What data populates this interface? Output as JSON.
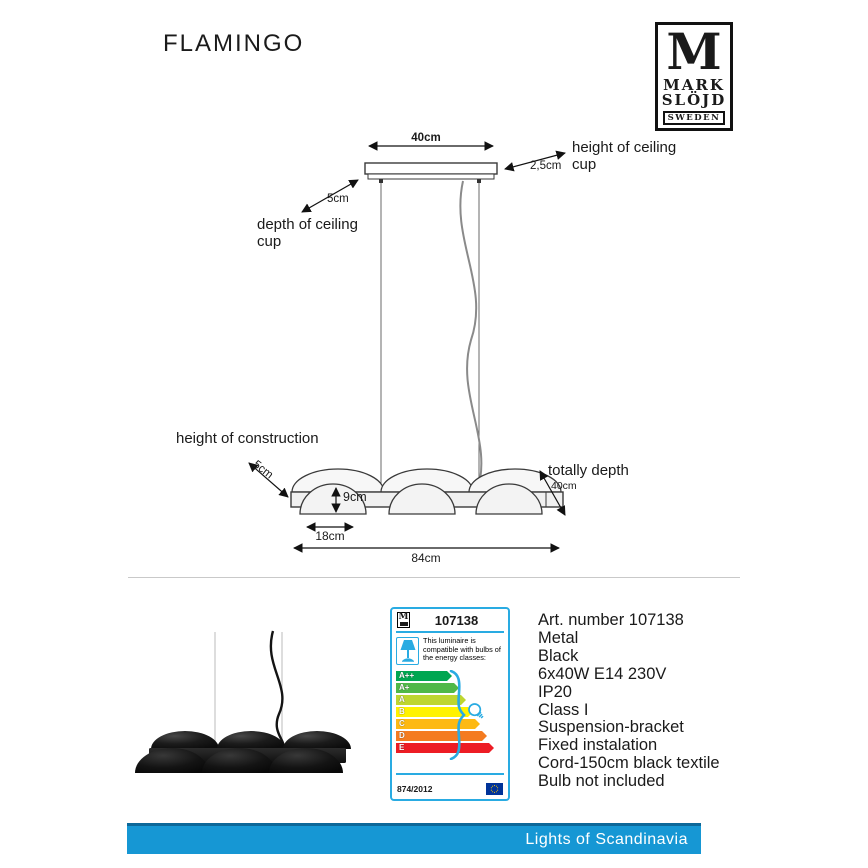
{
  "page": {
    "title": "FLAMINGO"
  },
  "brand": {
    "monogram": "M",
    "name_line1": "MARK",
    "name_line2": "SLÖJD",
    "country": "SWEDEN"
  },
  "diagram": {
    "top_width": "40cm",
    "ceiling_cup_height": {
      "label": "height of ceiling\ncup",
      "value": "2,5cm"
    },
    "ceiling_cup_depth": {
      "label": "depth of ceiling\ncup",
      "value": "5cm"
    },
    "construction_height": {
      "label": "height of construction",
      "value": "5cm"
    },
    "shade_height": "9cm",
    "shade_width": "18cm",
    "total_width": "84cm",
    "total_depth": {
      "label": "totally depth",
      "value": "40cm"
    }
  },
  "energy_label": {
    "brand_monogram": "M",
    "article_number": "107138",
    "description": "This luminaire is compatible with bulbs of the energy classes:",
    "accent_color": "#29abe2",
    "classes": [
      {
        "label": "A++",
        "color": "#00a651",
        "width": 56
      },
      {
        "label": "A+",
        "color": "#50b848",
        "width": 63
      },
      {
        "label": "A",
        "color": "#bed630",
        "width": 70
      },
      {
        "label": "B",
        "color": "#fff200",
        "width": 77
      },
      {
        "label": "C",
        "color": "#fdb913",
        "width": 84
      },
      {
        "label": "D",
        "color": "#f47b20",
        "width": 91
      },
      {
        "label": "E",
        "color": "#ed1c24",
        "width": 98
      }
    ],
    "regulation": "874/2012"
  },
  "specs": [
    "Art. number 107138",
    "Metal",
    "Black",
    "6x40W E14 230V",
    "IP20",
    "Class I",
    "Suspension-bracket",
    "Fixed instalation",
    "Cord-150cm black textile",
    "Bulb not included"
  ],
  "footer": {
    "label": "Lights of Scandinavia",
    "bar_color": "#1697d4"
  }
}
